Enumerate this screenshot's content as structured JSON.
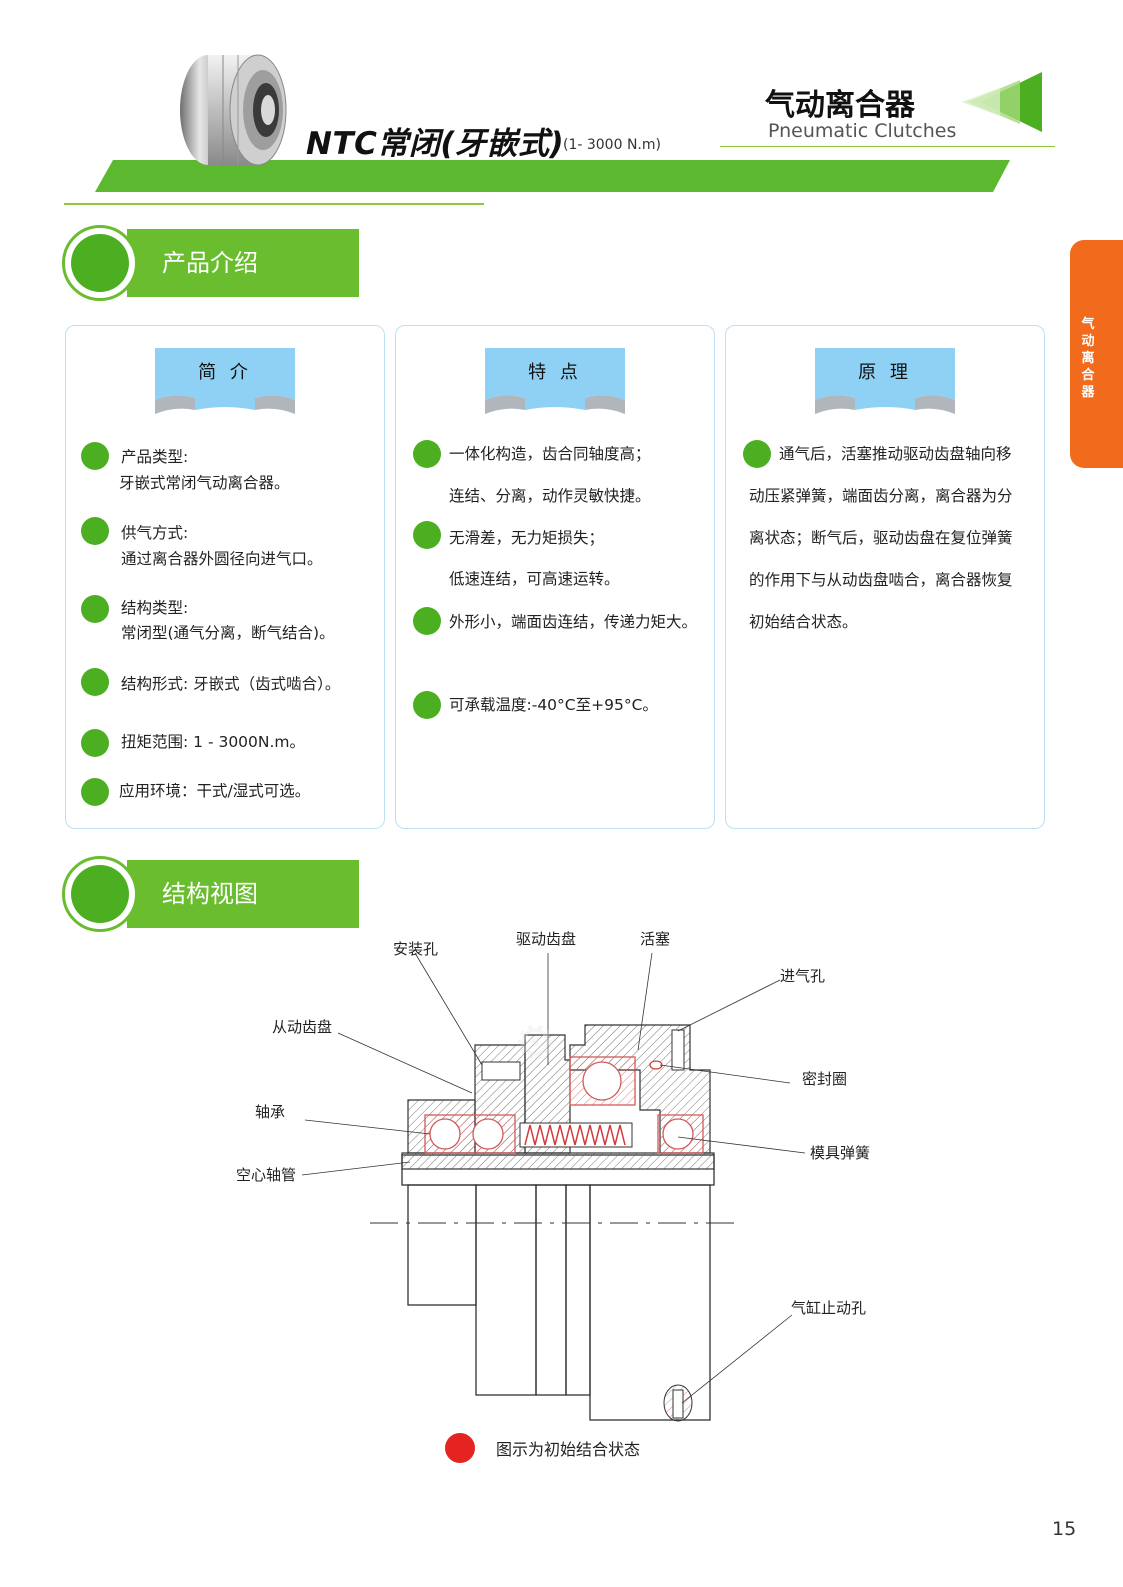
{
  "header": {
    "product_title": "NTC常闭(牙嵌式)",
    "product_range": "(1- 3000 N.m)",
    "category_title": "气动离合器",
    "category_subtitle": "Pneumatic Clutches",
    "accent_color": "#4caf22"
  },
  "side_tab": {
    "label": "气动离合器",
    "color": "#f26a1b"
  },
  "section_intro": {
    "title": "产品介绍"
  },
  "cards": {
    "intro": {
      "title": "简 介",
      "items": [
        {
          "label": "产品类型:",
          "value": "牙嵌式常闭气动离合器。"
        },
        {
          "label": "供气方式:",
          "value": "通过离合器外圆径向进气口。"
        },
        {
          "label": "结构类型:",
          "value": "常闭型(通气分离，断气结合)。"
        },
        {
          "text": "结构形式: 牙嵌式（齿式啮合）。"
        },
        {
          "text": "扭矩范围: 1 - 3000N.m。"
        },
        {
          "text": "应用环境：干式/湿式可选。"
        }
      ]
    },
    "features": {
      "title": "特 点",
      "items": [
        {
          "line1": "一体化构造，齿合同轴度高；",
          "line2": "连结、分离，动作灵敏快捷。"
        },
        {
          "line1": "无滑差，无力矩损失；",
          "line2": "低速连结，可高速运转。"
        },
        {
          "line1": "外形小，端面齿连结，传递力矩大。"
        },
        {
          "line1": "可承载温度:-40°C至+95°C。"
        }
      ]
    },
    "principle": {
      "title": "原 理",
      "lines": [
        "通气后，活塞推动驱动齿盘轴向移",
        "动压紧弹簧，端面齿分离，离合器为分",
        "离状态；断气后，驱动齿盘在复位弹簧",
        "的作用下与从动齿盘啮合，离合器恢复",
        "初始结合状态。"
      ]
    }
  },
  "section_structure": {
    "title": "结构视图"
  },
  "diagram": {
    "labels": {
      "mounting_hole": "安装孔",
      "drive_gear_disc": "驱动齿盘",
      "piston": "活塞",
      "air_inlet": "进气孔",
      "driven_gear_disc": "从动齿盘",
      "seal_ring": "密封圈",
      "bearing": "轴承",
      "die_spring": "模具弹簧",
      "hollow_shaft": "空心轴管",
      "cylinder_stop_hole": "气缸止动孔"
    },
    "legend": {
      "text": "图示为初始结合状态",
      "color": "#e52421"
    }
  },
  "page": {
    "number": "15"
  }
}
